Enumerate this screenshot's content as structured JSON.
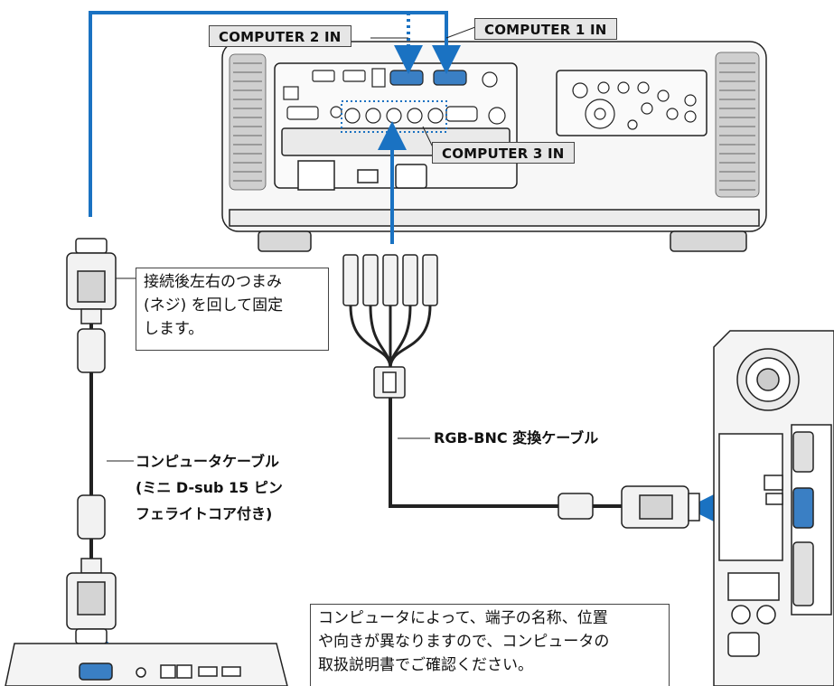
{
  "labels": {
    "computer_2_in": "COMPUTER 2 IN",
    "computer_1_in": "COMPUTER 1 IN",
    "computer_3_in": "COMPUTER 3 IN",
    "screw_note": "接続後左右のつまみ\n(ネジ) を回して固定\nします。",
    "computer_cable": "コンピュータケーブル\n(ミニ D-sub 15 ピン\nフェライトコア付き)",
    "rgb_bnc_cable": "RGB-BNC 変換ケーブル",
    "bottom_note": "コンピュータによって、端子の名称、位置\nや向きが異なりますので、コンピュータの\n取扱説明書でご確認ください。"
  },
  "colors": {
    "arrow_blue": "#1a72c2",
    "outline": "#222222",
    "label_fill": "#e6e6e6",
    "device_gray": "#f2f2f2"
  },
  "icons": [
    "projector-icon",
    "desktop-pc-icon",
    "laptop-icon",
    "vga-connector-icon",
    "bnc-connector-icon",
    "ferrite-core-icon"
  ]
}
